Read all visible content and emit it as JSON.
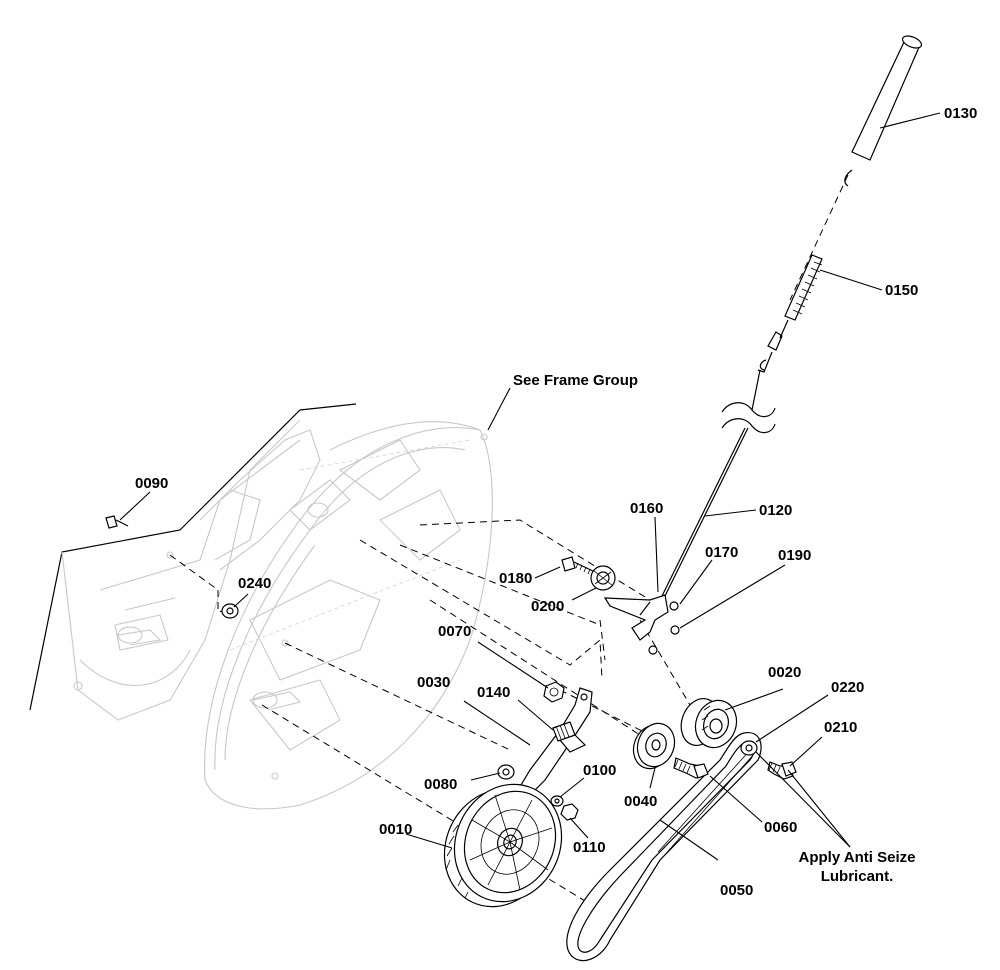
{
  "labels": {
    "p0010": "0010",
    "p0020": "0020",
    "p0030": "0030",
    "p0040": "0040",
    "p0050": "0050",
    "p0060": "0060",
    "p0070": "0070",
    "p0080": "0080",
    "p0090": "0090",
    "p0100": "0100",
    "p0110": "0110",
    "p0120": "0120",
    "p0130": "0130",
    "p0140": "0140",
    "p0150": "0150",
    "p0160": "0160",
    "p0170": "0170",
    "p0180": "0180",
    "p0190": "0190",
    "p0200": "0200",
    "p0210": "0210",
    "p0220": "0220",
    "p0240": "0240"
  },
  "notes": {
    "frame_group": "See Frame Group",
    "anti_seize_line1": "Apply Anti Seize",
    "anti_seize_line2": "Lubricant."
  }
}
